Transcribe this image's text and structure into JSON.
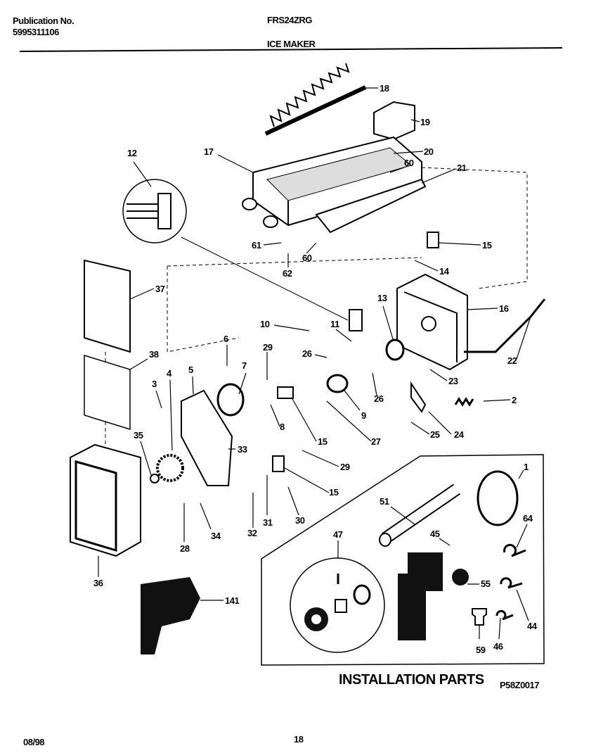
{
  "header": {
    "publication_label": "Publication No.",
    "publication_number": "5995311106",
    "model": "FRS24ZRG",
    "section_title": "ICE MAKER"
  },
  "diagram": {
    "callouts": [
      "18",
      "19",
      "20",
      "60",
      "21",
      "17",
      "12",
      "61",
      "62",
      "60",
      "15",
      "14",
      "37",
      "13",
      "16",
      "10",
      "11",
      "6",
      "29",
      "26",
      "7",
      "5",
      "4",
      "38",
      "3",
      "22",
      "23",
      "26",
      "9",
      "2",
      "24",
      "25",
      "15",
      "27",
      "8",
      "35",
      "33",
      "29",
      "15",
      "1",
      "51",
      "64",
      "47",
      "45",
      "30",
      "31",
      "32",
      "28",
      "34",
      "36",
      "55",
      "141",
      "44",
      "46",
      "59"
    ],
    "installation_parts_title": "INSTALLATION PARTS",
    "diagram_code": "P58Z0017"
  },
  "footer": {
    "date": "08/98",
    "page_number": "18"
  }
}
